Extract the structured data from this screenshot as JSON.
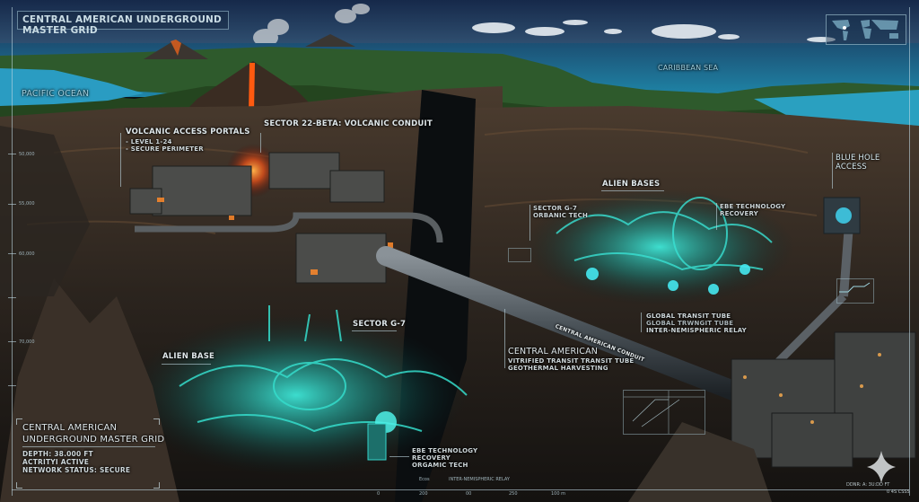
{
  "title": "CENTRAL AMERICAN UNDERGROUND MASTER GRID",
  "regions": {
    "pacific": "PACIFIC OCEAN",
    "caribbean": "CARIBBEAN SEA"
  },
  "labels": {
    "volcanic_portals": {
      "title": "VOLCANIC ACCESS PORTALS",
      "lines": [
        "- LEVEL 1-24",
        "- SECURE PERIMETER"
      ]
    },
    "sector_22": "SECTOR 22-BETA: VOLCANIC CONDUIT",
    "blue_hole": {
      "line1": "BLUE HOLE",
      "line2": "ACCESS"
    },
    "alien_bases": "ALIEN BASES",
    "sector_g7_upper": {
      "line1": "SECTOR G-7",
      "line2": "ORBANIC TECH"
    },
    "ebe_upper": {
      "line1": "EBE TECHNOLOGY",
      "line2": "RECOVERY"
    },
    "sector_g7_lower": "SECTOR G-7",
    "alien_base": "ALIEN BASE",
    "global_transit": {
      "line1": "GLOBAL TRANSIT TUBE",
      "line2": "GLOBAL TRWNGIT TUBE",
      "line3": "INTER-NEMISPHERIC RELAY"
    },
    "conduit_pipe": "CENTRAL AMERICAN CONDUIT",
    "central_american": {
      "title": "CENTRAL AMERICAN",
      "line1": "VITRIFIED TRANSIT TRANSIT TUBE",
      "line2": "GEOTHERMAL HARVESTING"
    },
    "ebe_lower": {
      "line1": "EBE TECHNOLOGY",
      "line2": "RECOVERY",
      "line3": "ORGAMIC TECH"
    }
  },
  "info_panel": {
    "title1": "CENTRAL AMERICAN",
    "title2": "UNDERGROUND MASTER GRID",
    "depth": "DEPTH: 38.000 FT",
    "activity": "ACTRITYI ACTIVE",
    "network": "NETWORK STATUS: SECURE"
  },
  "depth_ruler": [
    "50,000",
    "55,000",
    "60,000",
    "",
    "70,000"
  ],
  "bottom_scale": {
    "ticks": [
      "0",
      "200",
      "00",
      "250",
      "100 m"
    ],
    "captions": [
      "Ecos",
      "INTER-NEMISPHERIC RELAY"
    ]
  },
  "footer": {
    "coords": "DDNR: A: 3U:DD FT",
    "code": "0 4S CSS5"
  },
  "colors": {
    "teal_glow": "#2fe3d6",
    "lava": "#ff6a1a",
    "hud": "#bcd6df",
    "sky": "#1f3a5a"
  }
}
